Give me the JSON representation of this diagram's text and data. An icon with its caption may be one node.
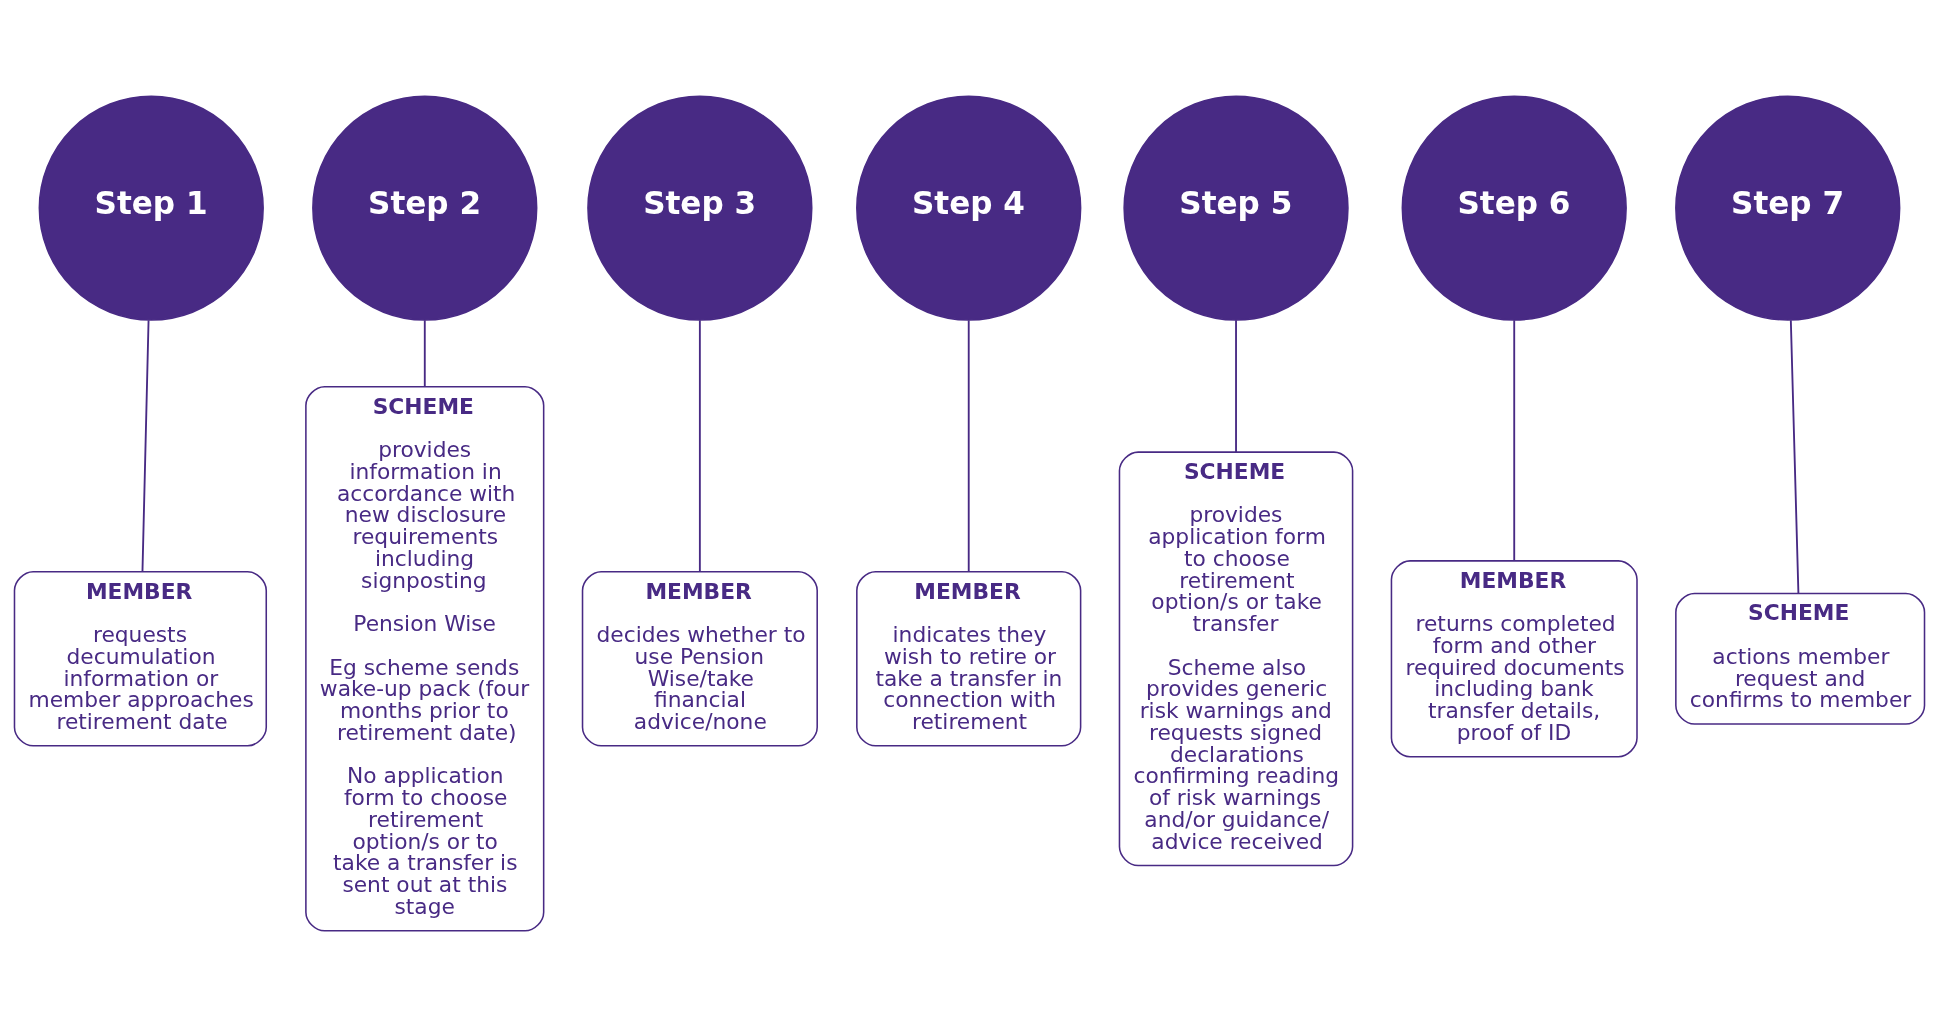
{
  "diagram": {
    "nodes": [
      {
        "text": [
          "Step 1"
        ]
      },
      {
        "text": [
          "Step 2"
        ]
      },
      {
        "text": [
          "Step 3"
        ]
      },
      {
        "text": [
          "Step 4"
        ]
      },
      {
        "text": [
          "Step 5"
        ]
      },
      {
        "text": [
          "Step 6"
        ]
      },
      {
        "text": [
          "Step 7"
        ]
      },
      {
        "text": [
          "MEMBER",
          "requests decumulation information or member approaches retirement date"
        ]
      },
      {
        "text": [
          "SCHEME",
          "provides information in accordance with new disclosure requirements including signposting",
          "Pension Wise",
          "Eg scheme sends wake-up pack (four months prior to retirement date)",
          "No application form to choose retirement option/s or to take a transfer is sent out at this stage"
        ]
      },
      {
        "text": [
          "MEMBER",
          "decides whether to use Pension Wise/take financial advice/none"
        ]
      },
      {
        "text": [
          "MEMBER",
          "indicates they wish to retire or take a transfer in connection with retirement"
        ]
      },
      {
        "text": [
          "SCHEME",
          "provides application form to choose retirement option/s or take transfer",
          "Scheme also provides generic risk warnings and requests signed declarations confirming reading of risk warnings and/or guidance/ advice received"
        ]
      },
      {
        "text": [
          "MEMBER",
          "returns completed form and other required documents including bank transfer details, proof of ID"
        ]
      },
      {
        "text": [
          "SCHEME",
          "actions member request and confirms to member"
        ]
      }
    ],
    "edges": [
      {
        "from": 0,
        "to": 7,
        "arrow": "none"
      },
      {
        "from": 1,
        "to": 8,
        "arrow": "none"
      },
      {
        "from": 2,
        "to": 9,
        "arrow": "none"
      },
      {
        "from": 3,
        "to": 10,
        "arrow": "none"
      },
      {
        "from": 4,
        "to": 11,
        "arrow": "none"
      },
      {
        "from": 5,
        "to": 12,
        "arrow": "none"
      },
      {
        "from": 6,
        "to": 13,
        "arrow": "none"
      }
    ]
  }
}
